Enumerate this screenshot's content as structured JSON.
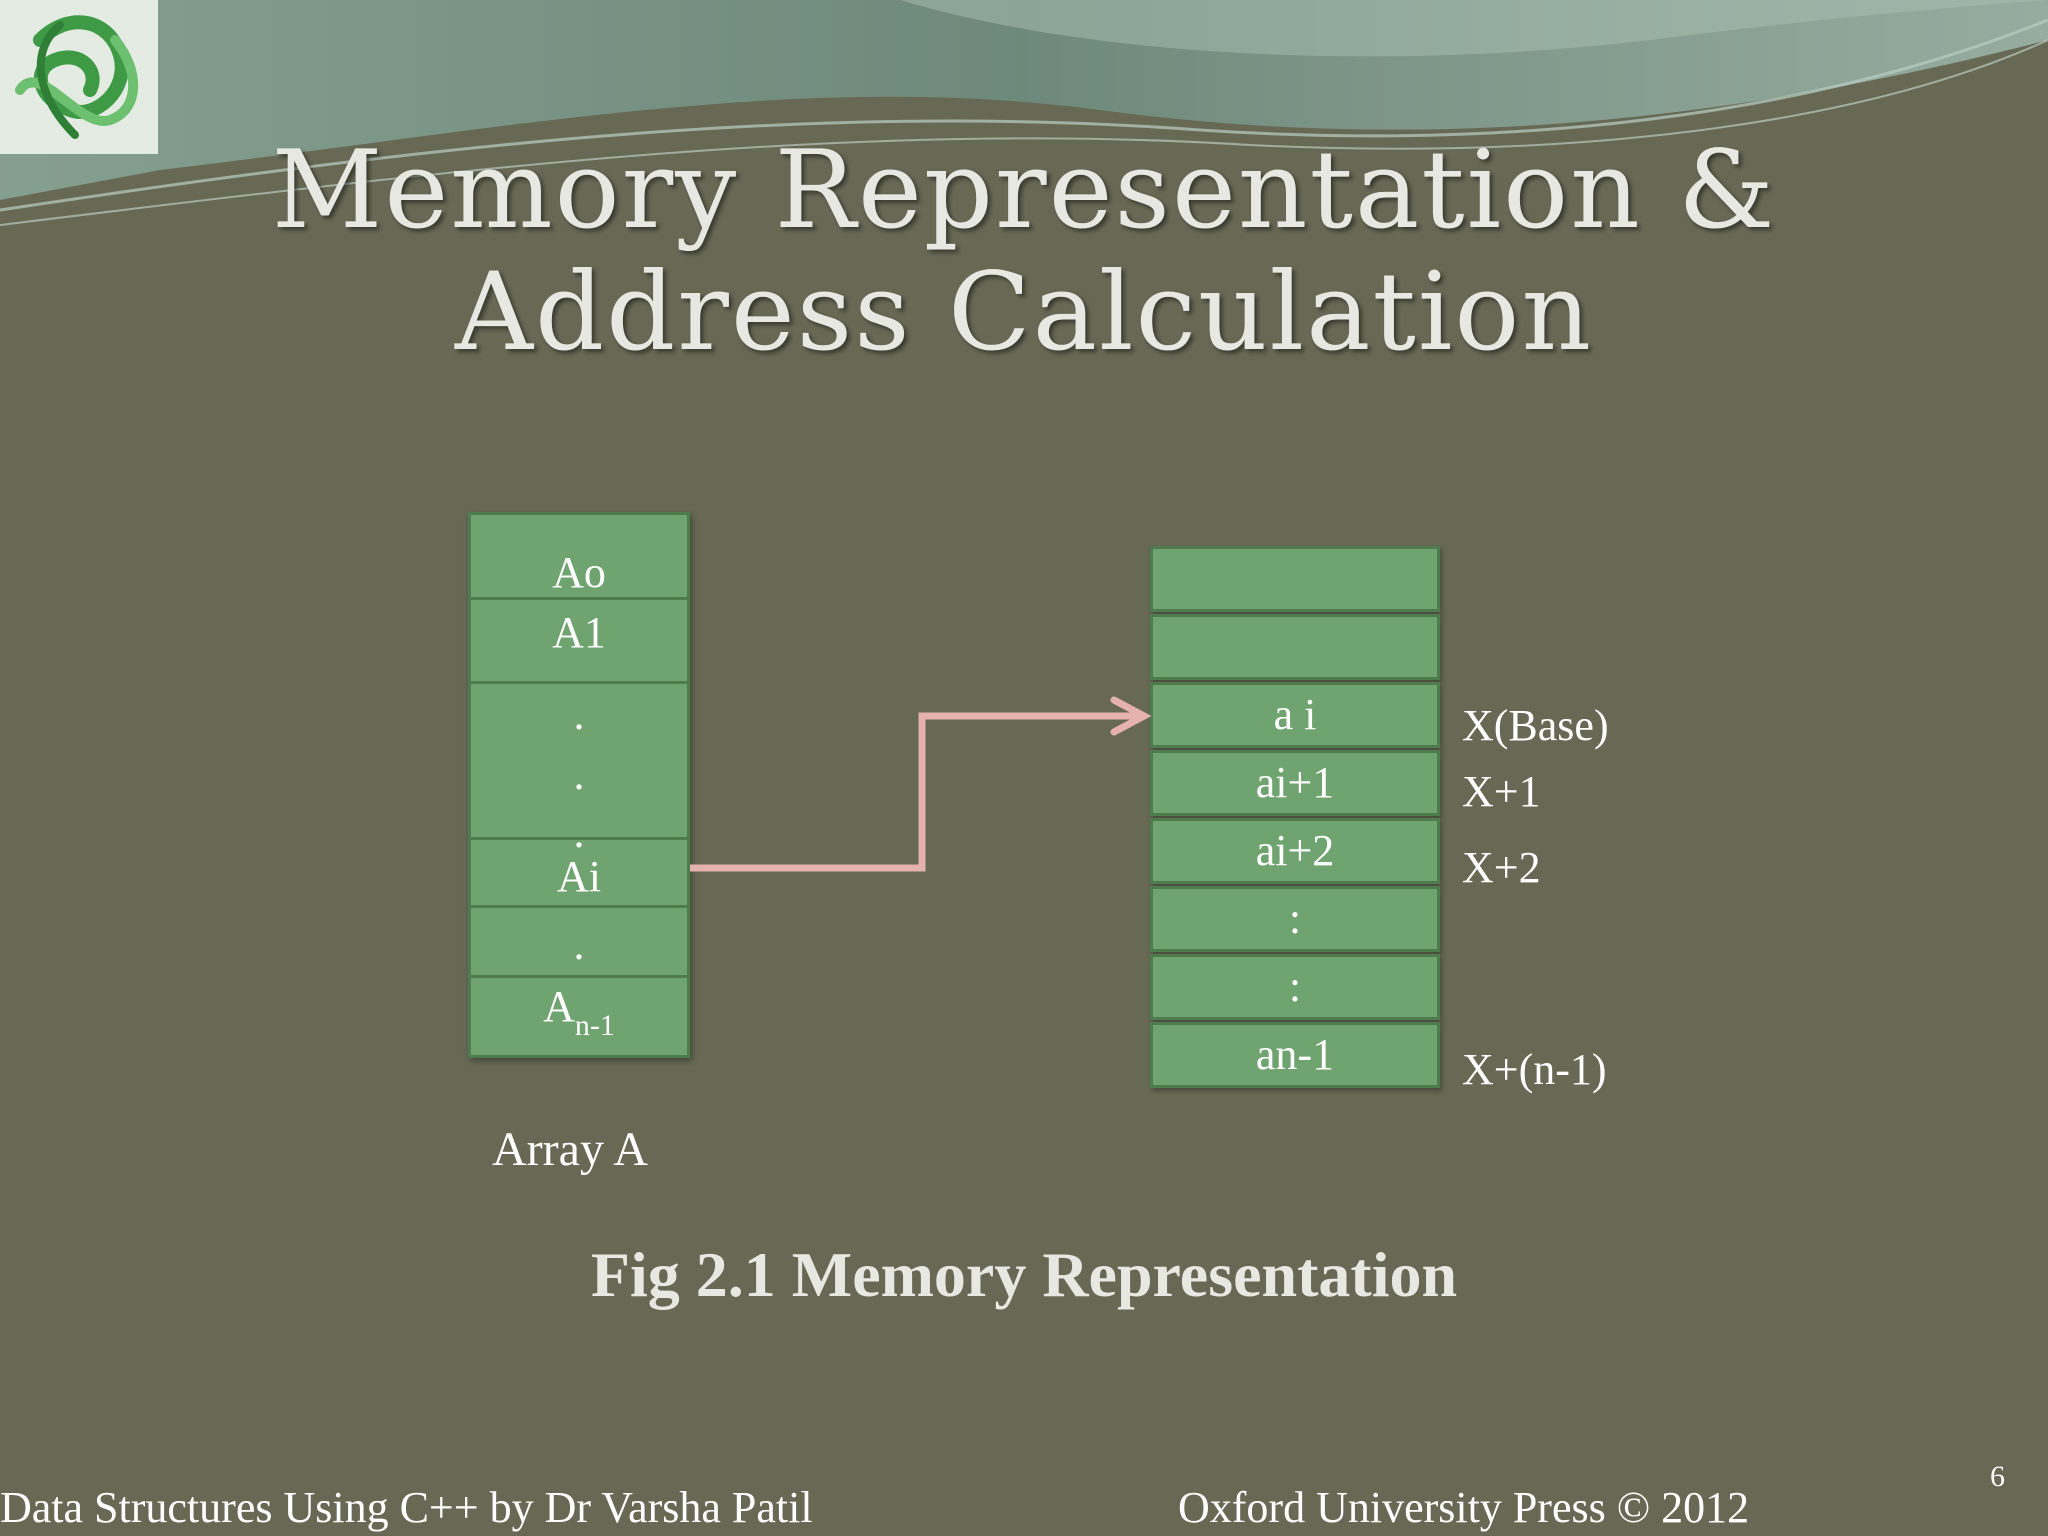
{
  "slide": {
    "title_line1": "Memory Representation &",
    "title_line2": "Address Calculation",
    "array_cells": {
      "a0": "Ao",
      "a1": "A1",
      "dot": ".",
      "ai": "Ai",
      "an_base": "A",
      "an_sub": "n-1"
    },
    "array_label": "Array A",
    "memory_cells": [
      "",
      "",
      "a i",
      "ai+1",
      "ai+2",
      ":",
      ":",
      "an-1"
    ],
    "addresses": {
      "base": "X(Base)",
      "plus1": "X+1",
      "plus2": "X+2",
      "last": "X+(n-1)"
    },
    "figure_caption": "Fig 2.1 Memory Representation",
    "footer_left": "Data Structures Using C++ by Dr Varsha Patil",
    "footer_right": "Oxford University Press  © 2012",
    "page_number": "6"
  },
  "colors": {
    "background": "#676955",
    "cell_fill": "#6fa36f",
    "cell_border": "#4e7c4e",
    "arrow": "#e6b2ad",
    "title": "#e8e8e2"
  },
  "icons": {
    "logo": "green-glass-knot-logo"
  }
}
